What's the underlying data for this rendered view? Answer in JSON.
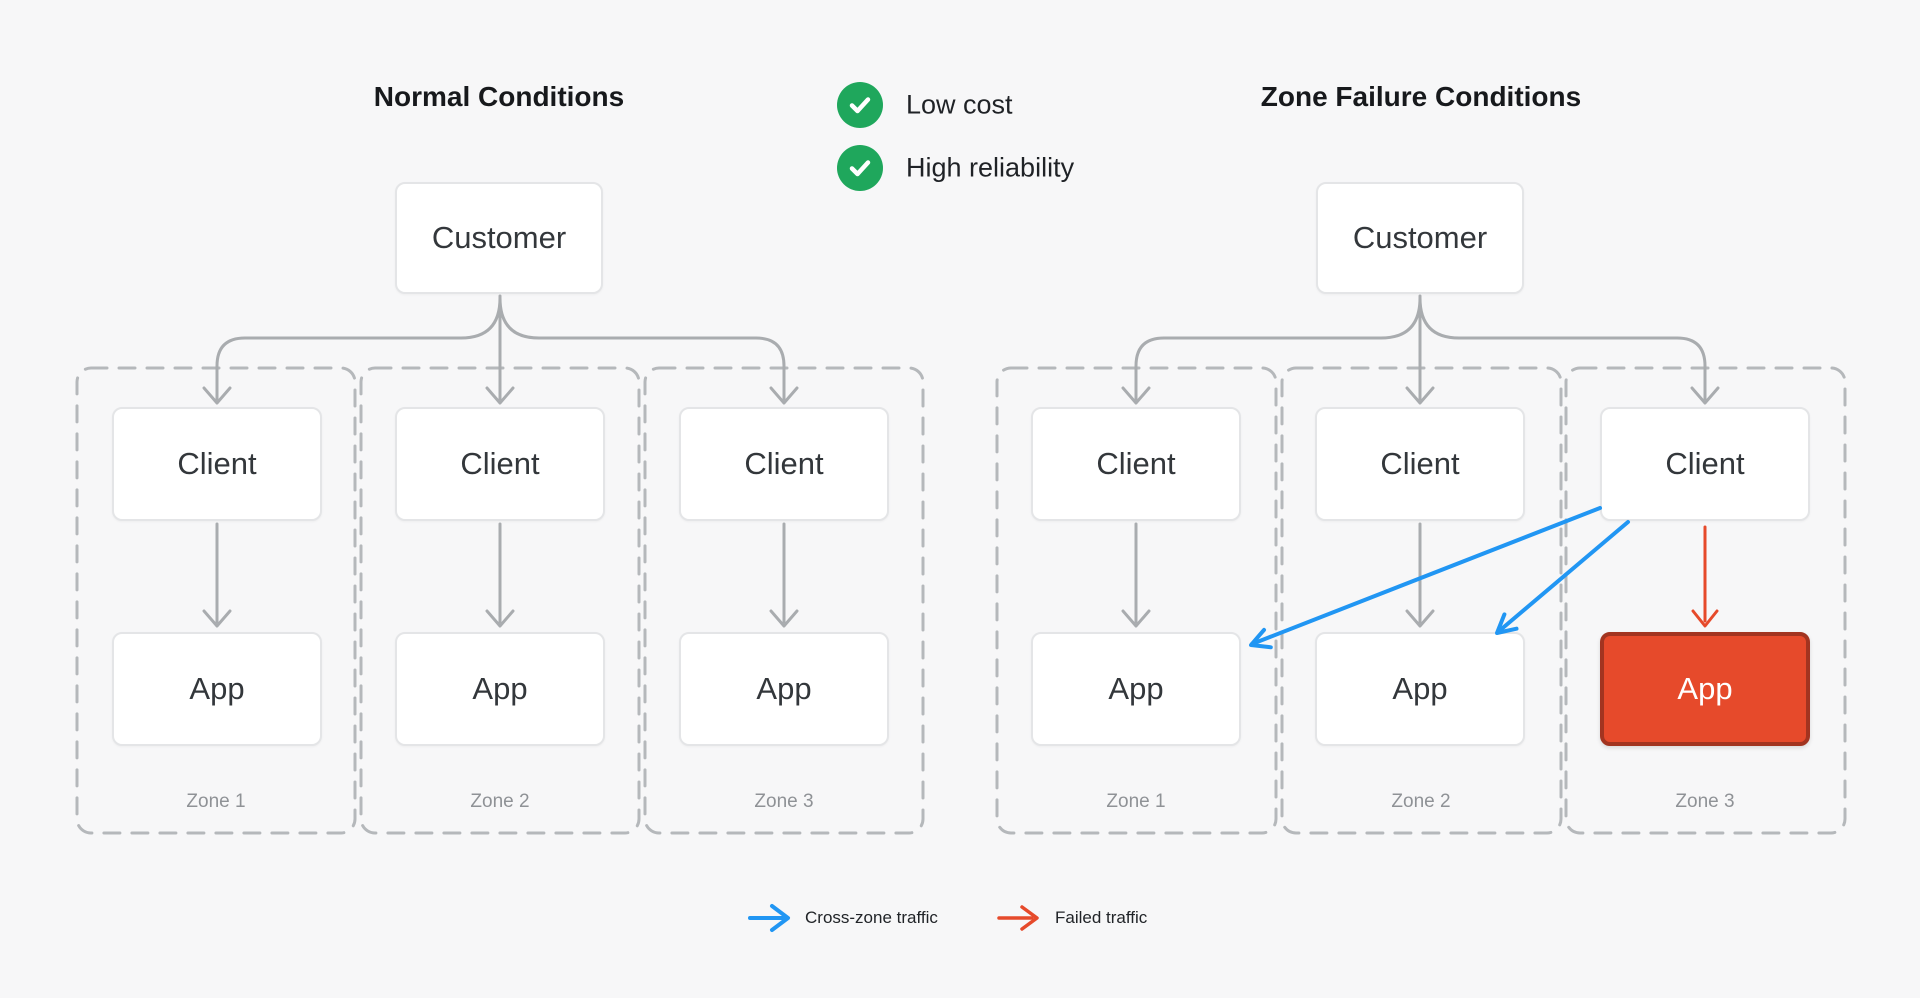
{
  "background": "#F7F7F8",
  "colors": {
    "cross_zone_arrow": "#2196F3",
    "failed_arrow": "#E64A2B",
    "failed_box_fill": "#E64A2B",
    "failed_box_border": "#A23420",
    "check_green": "#1FA75C",
    "connector_gray": "#A9ACAF",
    "zone_dash_gray": "#B5B8BB",
    "box_border": "#E4E5E7",
    "text_dark": "#17191C",
    "zone_label_gray": "#8F9296"
  },
  "benefits": [
    {
      "icon": "check-icon",
      "label": "Low cost"
    },
    {
      "icon": "check-icon",
      "label": "High reliability"
    }
  ],
  "left_diagram": {
    "title": "Normal Conditions",
    "customer_label": "Customer",
    "zones": [
      {
        "client_label": "Client",
        "app_label": "App",
        "zone_label": "Zone 1",
        "app_state": "normal"
      },
      {
        "client_label": "Client",
        "app_label": "App",
        "zone_label": "Zone 2",
        "app_state": "normal"
      },
      {
        "client_label": "Client",
        "app_label": "App",
        "zone_label": "Zone 3",
        "app_state": "normal"
      }
    ]
  },
  "right_diagram": {
    "title": "Zone Failure Conditions",
    "customer_label": "Customer",
    "zones": [
      {
        "client_label": "Client",
        "app_label": "App",
        "zone_label": "Zone 1",
        "app_state": "normal"
      },
      {
        "client_label": "Client",
        "app_label": "App",
        "zone_label": "Zone 2",
        "app_state": "normal"
      },
      {
        "client_label": "Client",
        "app_label": "App",
        "zone_label": "Zone 3",
        "app_state": "failed"
      }
    ]
  },
  "legend": [
    {
      "icon": "blue-arrow-icon",
      "label": "Cross-zone traffic",
      "color": "#2196F3"
    },
    {
      "icon": "red-arrow-icon",
      "label": "Failed traffic",
      "color": "#E64A2B"
    }
  ]
}
